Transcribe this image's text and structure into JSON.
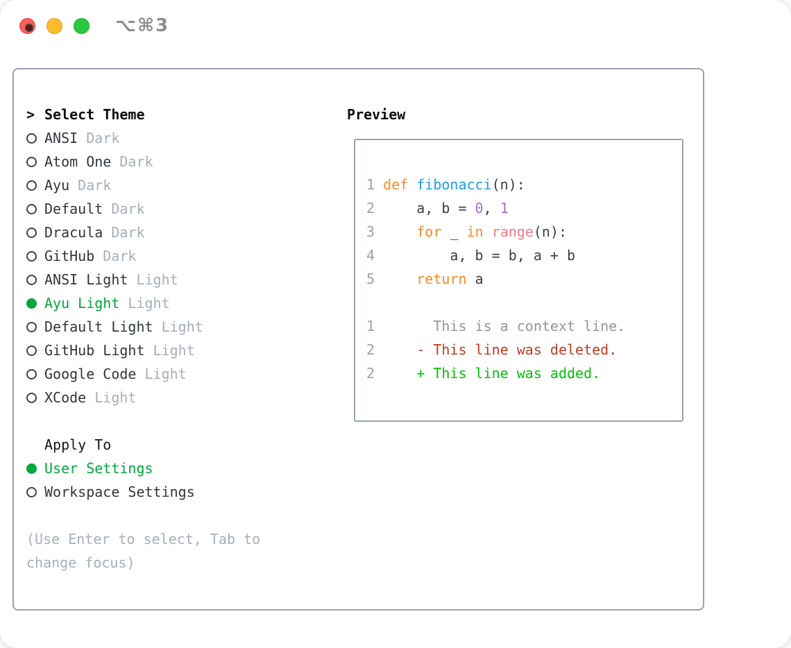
{
  "window": {
    "title": "⌥⌘3"
  },
  "titlebar": {
    "buttons": [
      "close",
      "minimize",
      "zoom"
    ]
  },
  "left_panel": {
    "header": {
      "marker": ">",
      "label": "Select Theme"
    },
    "themes": [
      {
        "name": "ANSI",
        "tag": "Dark",
        "selected": false
      },
      {
        "name": "Atom One",
        "tag": "Dark",
        "selected": false
      },
      {
        "name": "Ayu",
        "tag": "Dark",
        "selected": false
      },
      {
        "name": "Default",
        "tag": "Dark",
        "selected": false
      },
      {
        "name": "Dracula",
        "tag": "Dark",
        "selected": false
      },
      {
        "name": "GitHub",
        "tag": "Dark",
        "selected": false
      },
      {
        "name": "ANSI Light",
        "tag": "Light",
        "selected": false
      },
      {
        "name": "Ayu Light",
        "tag": "Light",
        "selected": true
      },
      {
        "name": "Default Light",
        "tag": "Light",
        "selected": false
      },
      {
        "name": "GitHub Light",
        "tag": "Light",
        "selected": false
      },
      {
        "name": "Google Code",
        "tag": "Light",
        "selected": false
      },
      {
        "name": "XCode",
        "tag": "Light",
        "selected": false
      }
    ],
    "apply_to": {
      "label": "Apply To",
      "options": [
        {
          "name": "User Settings",
          "selected": true
        },
        {
          "name": "Workspace Settings",
          "selected": false
        }
      ]
    },
    "hint": "(Use Enter to select, Tab to change focus)"
  },
  "preview": {
    "title": "Preview",
    "lines": [
      [
        {
          "c": "ln",
          "t": "1 "
        },
        {
          "c": "kw",
          "t": "def "
        },
        {
          "c": "fn",
          "t": "fibonacci"
        },
        {
          "c": "pl",
          "t": "(n):"
        }
      ],
      [
        {
          "c": "ln",
          "t": "2 "
        },
        {
          "c": "pl",
          "t": "    a, b = "
        },
        {
          "c": "num",
          "t": "0"
        },
        {
          "c": "pl",
          "t": ", "
        },
        {
          "c": "num",
          "t": "1"
        }
      ],
      [
        {
          "c": "ln",
          "t": "3 "
        },
        {
          "c": "pl",
          "t": "    "
        },
        {
          "c": "kw",
          "t": "for"
        },
        {
          "c": "pl",
          "t": " _ "
        },
        {
          "c": "kw",
          "t": "in"
        },
        {
          "c": "pl",
          "t": " "
        },
        {
          "c": "call",
          "t": "range"
        },
        {
          "c": "pl",
          "t": "(n):"
        }
      ],
      [
        {
          "c": "ln",
          "t": "4 "
        },
        {
          "c": "pl",
          "t": "        a, b = b, a + b"
        }
      ],
      [
        {
          "c": "ln",
          "t": "5 "
        },
        {
          "c": "pl",
          "t": "    "
        },
        {
          "c": "kw",
          "t": "return"
        },
        {
          "c": "pl",
          "t": " a"
        }
      ],
      [],
      [
        {
          "c": "ln",
          "t": "1"
        },
        {
          "c": "ctx",
          "t": "       This is a context line."
        }
      ],
      [
        {
          "c": "ln",
          "t": "2"
        },
        {
          "c": "del",
          "t": "     - This line was deleted."
        }
      ],
      [
        {
          "c": "ln",
          "t": "2"
        },
        {
          "c": "add",
          "t": "     + This line was added."
        }
      ]
    ]
  },
  "colors": {
    "accent_green": "#00a73d",
    "keyword_orange": "#f78c22",
    "function_blue": "#1aa0ea",
    "number_purple": "#a66bd8",
    "builtin_coral": "#f97884",
    "deleted_red": "#c23a20",
    "added_green": "#05c005",
    "muted_gray": "#a6aebb",
    "border_gray": "#99a1ad"
  }
}
